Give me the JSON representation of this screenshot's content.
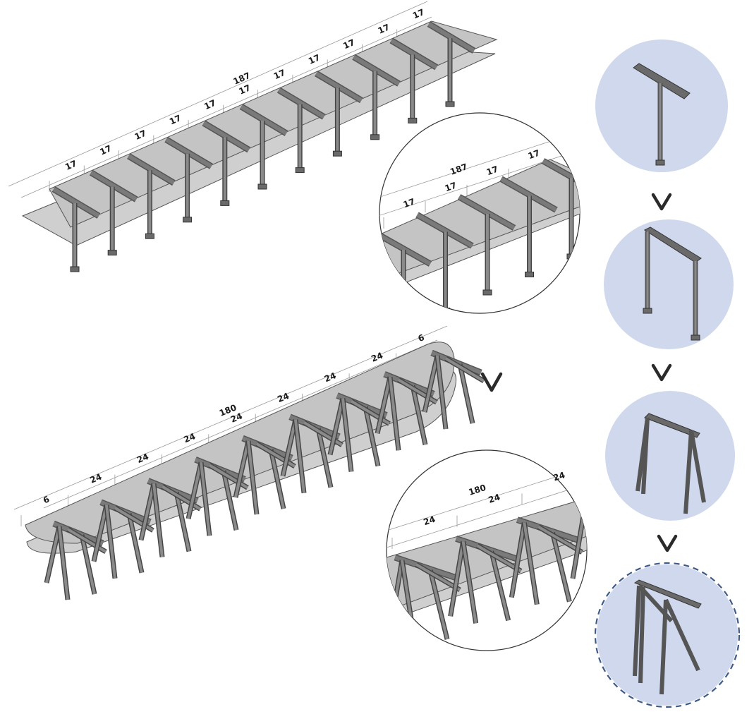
{
  "top_structure": {
    "total": "187",
    "spans": [
      "17",
      "17",
      "17",
      "17",
      "17",
      "17",
      "17",
      "17",
      "17",
      "17",
      "17"
    ]
  },
  "top_zoom": {
    "total": "187",
    "spans": [
      "17",
      "17",
      "17",
      "17"
    ]
  },
  "bottom_structure": {
    "total": "180",
    "spans": [
      "6",
      "24",
      "24",
      "24",
      "24",
      "24",
      "24",
      "24",
      "6"
    ]
  },
  "bottom_zoom": {
    "total": "180",
    "spans": [
      "24",
      "24",
      "24"
    ]
  },
  "evolution_steps": [
    "t-frame",
    "portal-frame",
    "a-frame",
    "braced-a-frame"
  ],
  "colors": {
    "bubble": "#cfd8ec",
    "selected_outline": "#3f5a86",
    "slab": "#c4c4c4",
    "member": "#555555"
  }
}
